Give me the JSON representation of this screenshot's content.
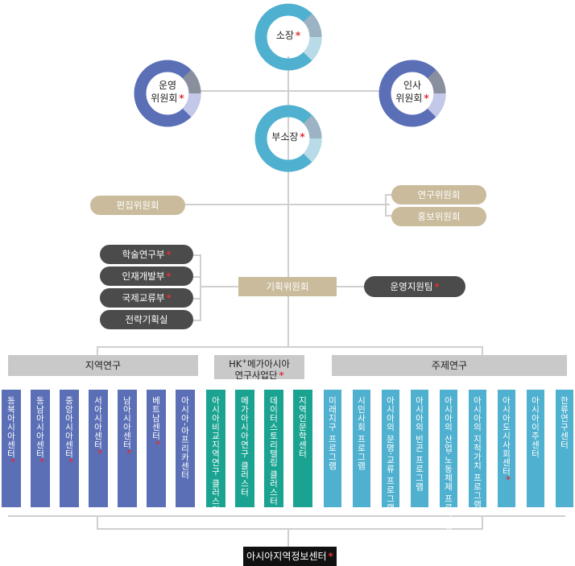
{
  "top": {
    "director": "소장",
    "ops_committee_1": "운영",
    "ops_committee_2": "위원회",
    "hr_committee_1": "인사",
    "hr_committee_2": "위원회",
    "deputy": "부소장"
  },
  "committees": {
    "editorial": "편집위원회",
    "research": "연구위원회",
    "pr": "홍보위원회",
    "planning": "기획위원회",
    "ops_team": "운영지원팀"
  },
  "departments": [
    "학술연구부",
    "인재개발부",
    "국제교류부",
    "전략기획실"
  ],
  "department_star": [
    true,
    true,
    true,
    false
  ],
  "headers": {
    "regional": "지역연구",
    "hk_1": "HK",
    "hk_sup": "+",
    "hk_2": "메가아시아",
    "hk_3": "연구사업단",
    "thematic": "주제연구"
  },
  "regional_centers": [
    "동북아시아센터",
    "동남아시아센터",
    "중앙아시아센터",
    "서아시아센터",
    "남아시아센터",
    "베트남센터",
    "아시아-아프리카센터"
  ],
  "regional_star": [
    true,
    true,
    true,
    true,
    true,
    true,
    false
  ],
  "hk_clusters": [
    "아시아비교지역연구 클러스터",
    "메가아시아연구 클러스터",
    "데이터스토리텔링 클러스터",
    "지역인문학센터"
  ],
  "thematic_programs": [
    "미래지구 프로그램",
    "시민사회 프로그램",
    "아시아의 문명·교류 프로그램",
    "아시아의 빈곤 프로그램",
    "아시아의 산업·노동체제 프로그램",
    "아시아의 지적가치 프로그램",
    "아시아도시사회센터",
    "아시아이주센터",
    "한류연구센터"
  ],
  "thematic_star": [
    false,
    false,
    false,
    false,
    false,
    false,
    true,
    false,
    false
  ],
  "bottom": "아시아지역정보센터",
  "star_symbol": "*",
  "colors": {
    "ring_blue": "#5a6fb6",
    "ring_sky": "#4fb0cf",
    "tan": "#c9bb9b",
    "dark": "#4b4b4b",
    "regional": "#5a6fb6",
    "hk": "#1aa391",
    "thematic": "#4fb0cf",
    "star": "#e0303a"
  }
}
